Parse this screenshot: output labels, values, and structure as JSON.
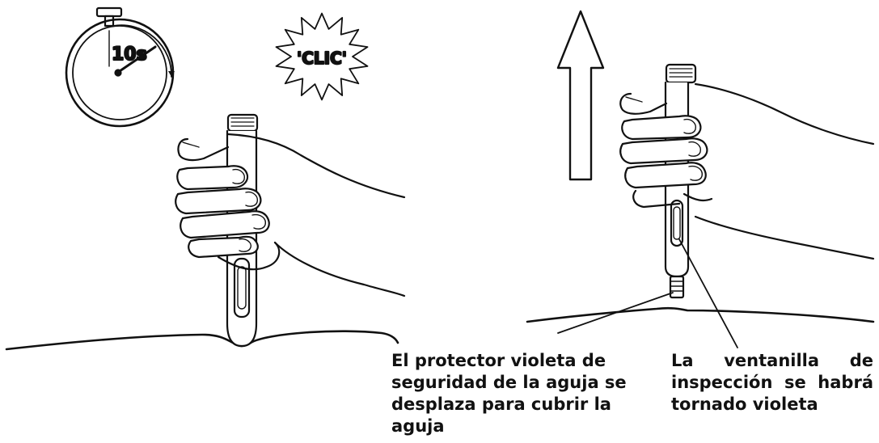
{
  "timer": {
    "label": "10s"
  },
  "sound": {
    "label": "'CLIC'"
  },
  "captions": {
    "left": "El protector violeta de seguridad de la aguja se desplaza para cubrir la aguja",
    "right": "La ventanilla de inspección se habrá tornado violeta"
  },
  "icons": [
    "stopwatch-icon",
    "clic-burst-icon",
    "up-arrow-icon",
    "hand-icon",
    "pen-injector-icon"
  ]
}
